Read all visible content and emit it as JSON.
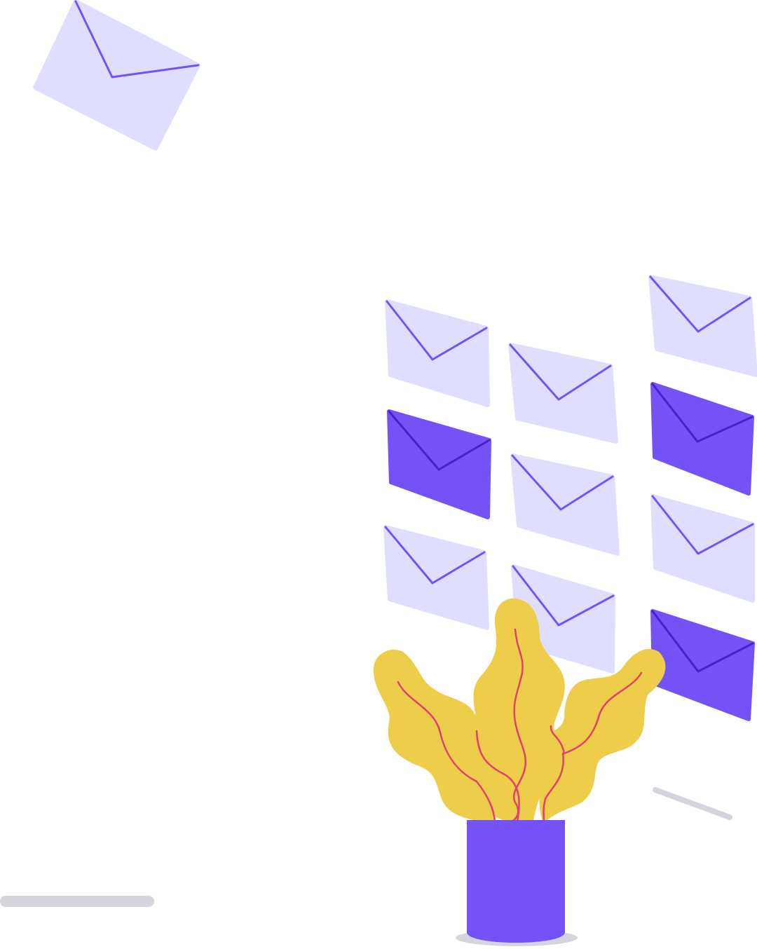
{
  "illustration": {
    "subject": "envelopes-and-potted-plant",
    "colors": {
      "envelope_light": "#E0DEFF",
      "envelope_dark": "#7452F5",
      "envelope_stroke": "#7452F5",
      "envelope_dark_stroke": "#4A1FD0",
      "leaf": "#EDCD4A",
      "leaf_vein": "#E0426A",
      "pot": "#7452F5",
      "shadow": "#D6D5DD"
    },
    "envelopes": [
      "light",
      "light",
      "light",
      "light",
      "dark",
      "light",
      "dark",
      "light",
      "light",
      "light",
      "dark"
    ]
  }
}
